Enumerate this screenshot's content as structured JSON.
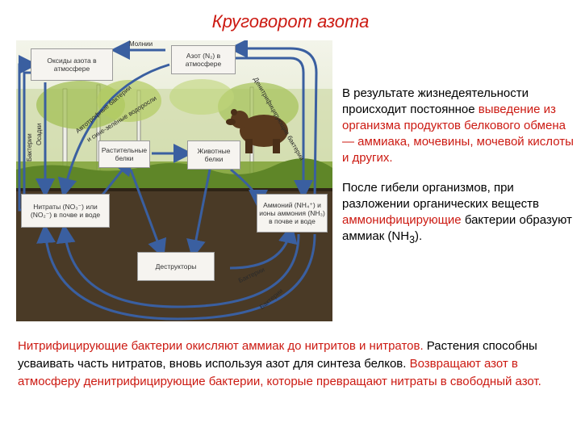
{
  "title": "Круговорот азота",
  "colors": {
    "accent_red": "#cc1a12",
    "arrow_blue": "#3a5fa0",
    "soil": "#4a3a26",
    "sky": "#e9ecdc"
  },
  "figure": {
    "boxes": {
      "oxides": "Оксиды азота в атмосфере",
      "azot": "Азот (N₂) в атмосфере",
      "plant": "Растительные белки",
      "animal": "Животные белки",
      "nitrates": "Нитраты (NO₃⁻) или (NO₂⁻) в почве и воде",
      "ammonium": "Аммоний (NH₄⁺) и ионы аммония (NH₃) в почве и воде",
      "decomposers": "Деструкторы"
    },
    "labels": {
      "lightning": "Молнии",
      "bacteria_left": "Бактерии",
      "precip": "Осадки",
      "autotroph": "Автотрофные бактерии",
      "algae": "и сине-зелёные водоросли",
      "denitrif": "Денитрифицирующие бактерии",
      "bacteria_mid": "Бактерии",
      "bacteria_low": "Бактерии"
    },
    "icons": [
      "bear-icon",
      "birch-tree-icon",
      "grass-icon"
    ]
  },
  "side_text": {
    "p1_pre": "В результате жизнедеятельности происходит постоянное ",
    "p1_red": "выведение из организма продуктов белкового обмена — аммиака, мочевины, мочевой кислоты и других.",
    "p2_pre": "После гибели организмов, при разложении органических веществ ",
    "p2_red": "аммонифицирующие",
    "p2_post": " бактерии образуют аммиак (NH",
    "p2_sub": "3",
    "p2_end": ")."
  },
  "bottom_text": {
    "t1_red": "Нитрифицирующие бактерии окисляют аммиак до нитритов и нитратов.",
    "t2": " Растения способны усваивать часть нитратов, вновь используя азот для синтеза белков. ",
    "t3_red": "Возвращают азот в атмосферу денитрифицирующие бактерии, которые превращают нитраты в свободный азот."
  }
}
